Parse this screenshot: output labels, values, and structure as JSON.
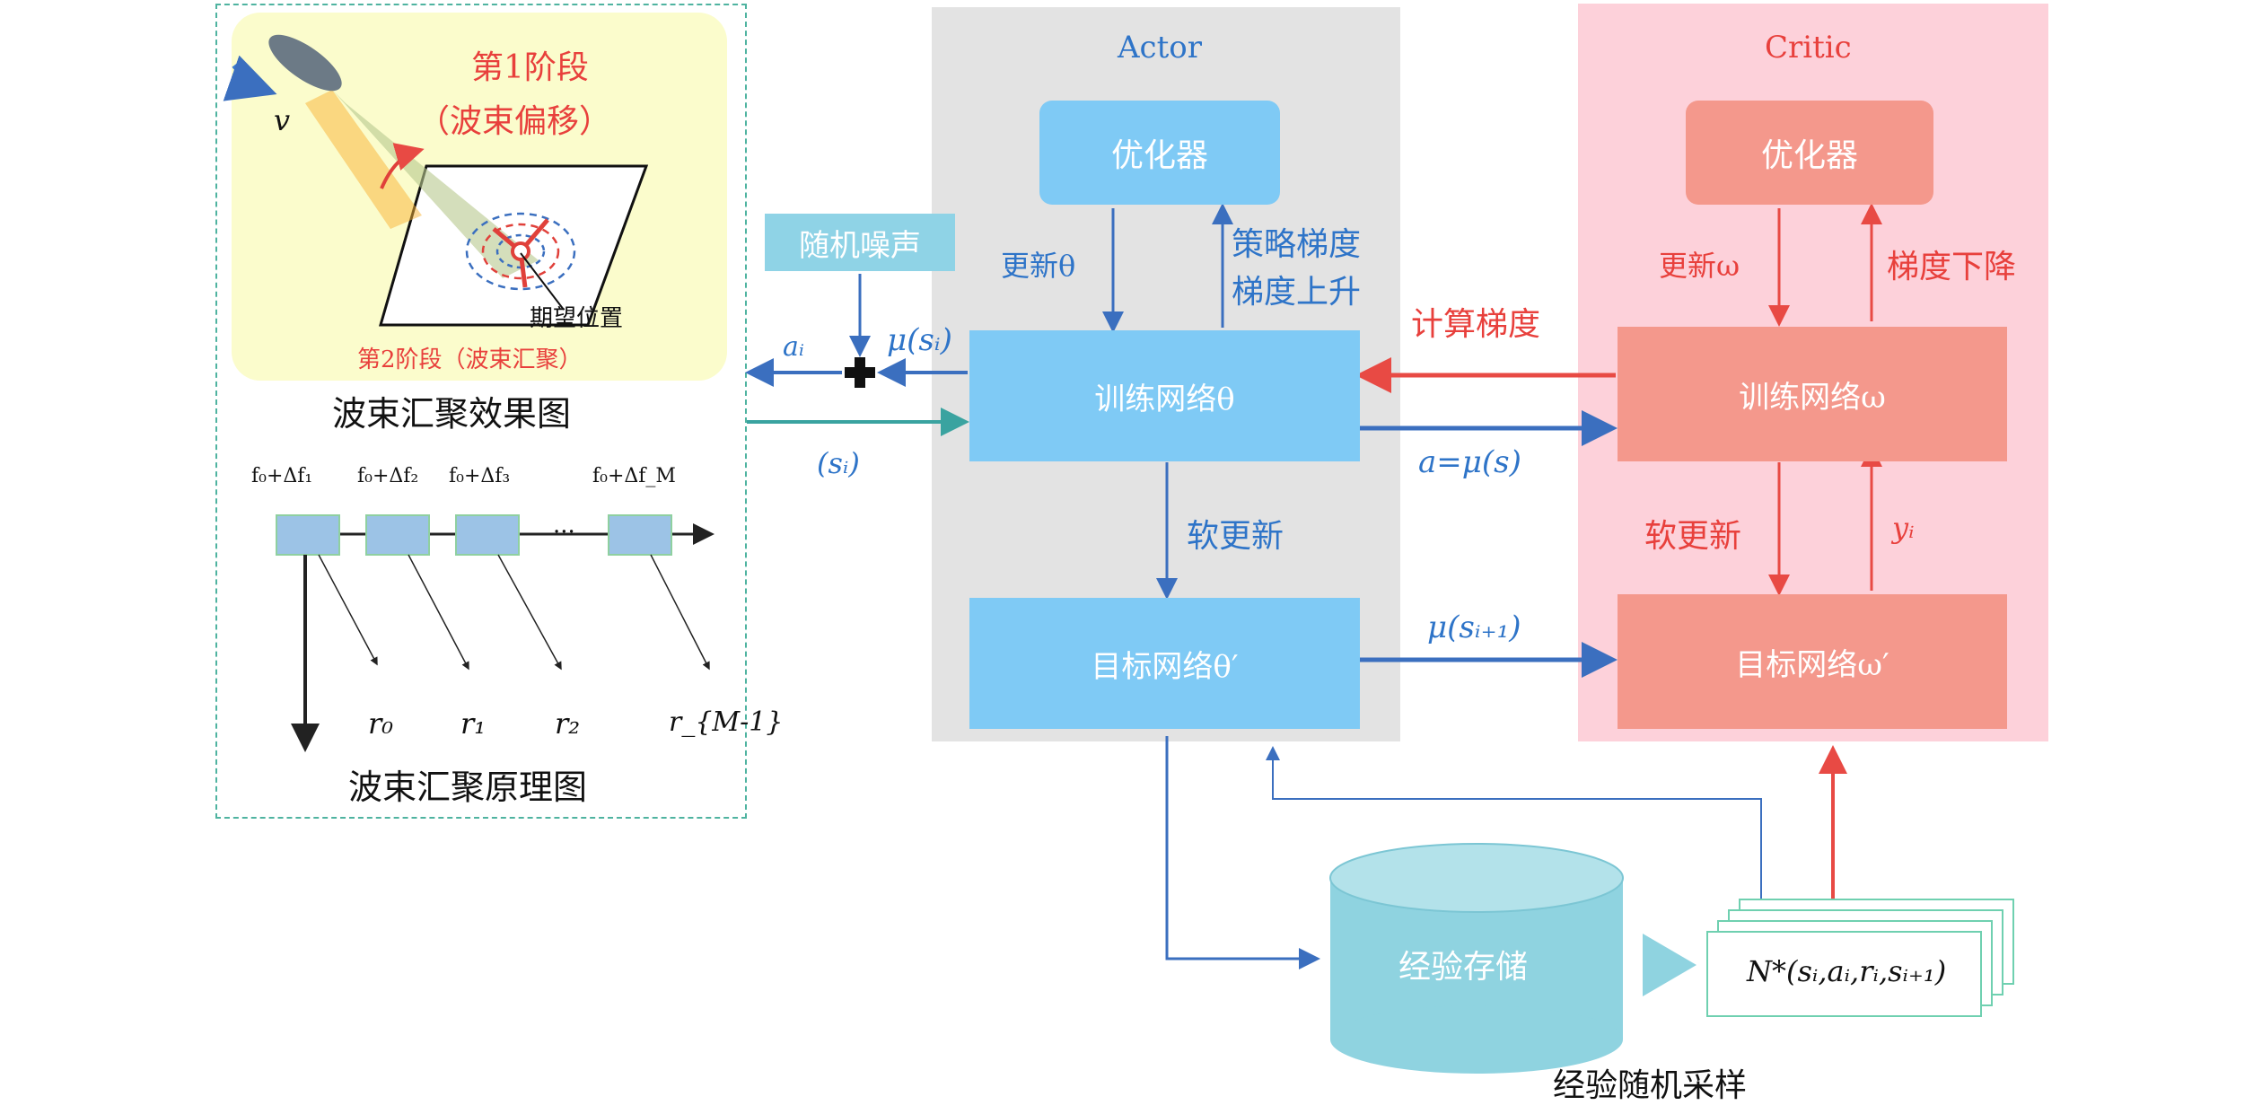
{
  "colors": {
    "blue_text": "#2e74c8",
    "blue_box": "#7fcaf5",
    "blue_arrow": "#3b6fbf",
    "red_text": "#e8403c",
    "red_box": "#f4988c",
    "red_arrow": "#e84a44",
    "actor_bg": "#e3e3e3",
    "critic_bg": "#fdd1da",
    "noise_box": "#8fd3e6",
    "storage": "#8fd3e0",
    "stage_bg": "#fbfccc",
    "teal_arrow": "#3aa3a0"
  },
  "left_panel": {
    "stage1_line1": "第1阶段",
    "stage1_line2": "（波束偏移）",
    "velocity": "v",
    "expected_position": "期望位置",
    "stage2": "第2阶段（波束汇聚）",
    "effect_caption": "波束汇聚效果图",
    "freq_labels": [
      "f₀+Δf₁",
      "f₀+Δf₂",
      "f₀+Δf₃",
      "f₀+Δf_M"
    ],
    "ellipsis": "···",
    "range_labels": [
      "r₀",
      "r₁",
      "r₂",
      "r_{M-1}"
    ],
    "principle_caption": "波束汇聚原理图"
  },
  "noise": {
    "label": "随机噪声",
    "a_i": "aᵢ",
    "mu_si": "μ(sᵢ)",
    "s_i": "(sᵢ)"
  },
  "actor": {
    "title": "Actor",
    "optimizer": "优化器",
    "update": "更新θ",
    "policy_gradient_1": "策略梯度",
    "policy_gradient_2": "梯度上升",
    "train_net": "训练网络θ",
    "soft_update": "软更新",
    "target_net": "目标网络θ′"
  },
  "critic": {
    "title": "Critic",
    "optimizer": "优化器",
    "update": "更新ω",
    "gradient_descent": "梯度下降",
    "compute_gradient": "计算梯度",
    "train_net": "训练网络ω",
    "soft_update": "软更新",
    "y_i": "yᵢ",
    "target_net": "目标网络ω′"
  },
  "links": {
    "a_mu_s": "a=μ(s)",
    "mu_si1": "μ(sᵢ₊₁)"
  },
  "memory": {
    "storage": "经验存储",
    "sample": "N*(sᵢ,aᵢ,rᵢ,sᵢ₊₁)",
    "caption": "经验随机采样"
  }
}
